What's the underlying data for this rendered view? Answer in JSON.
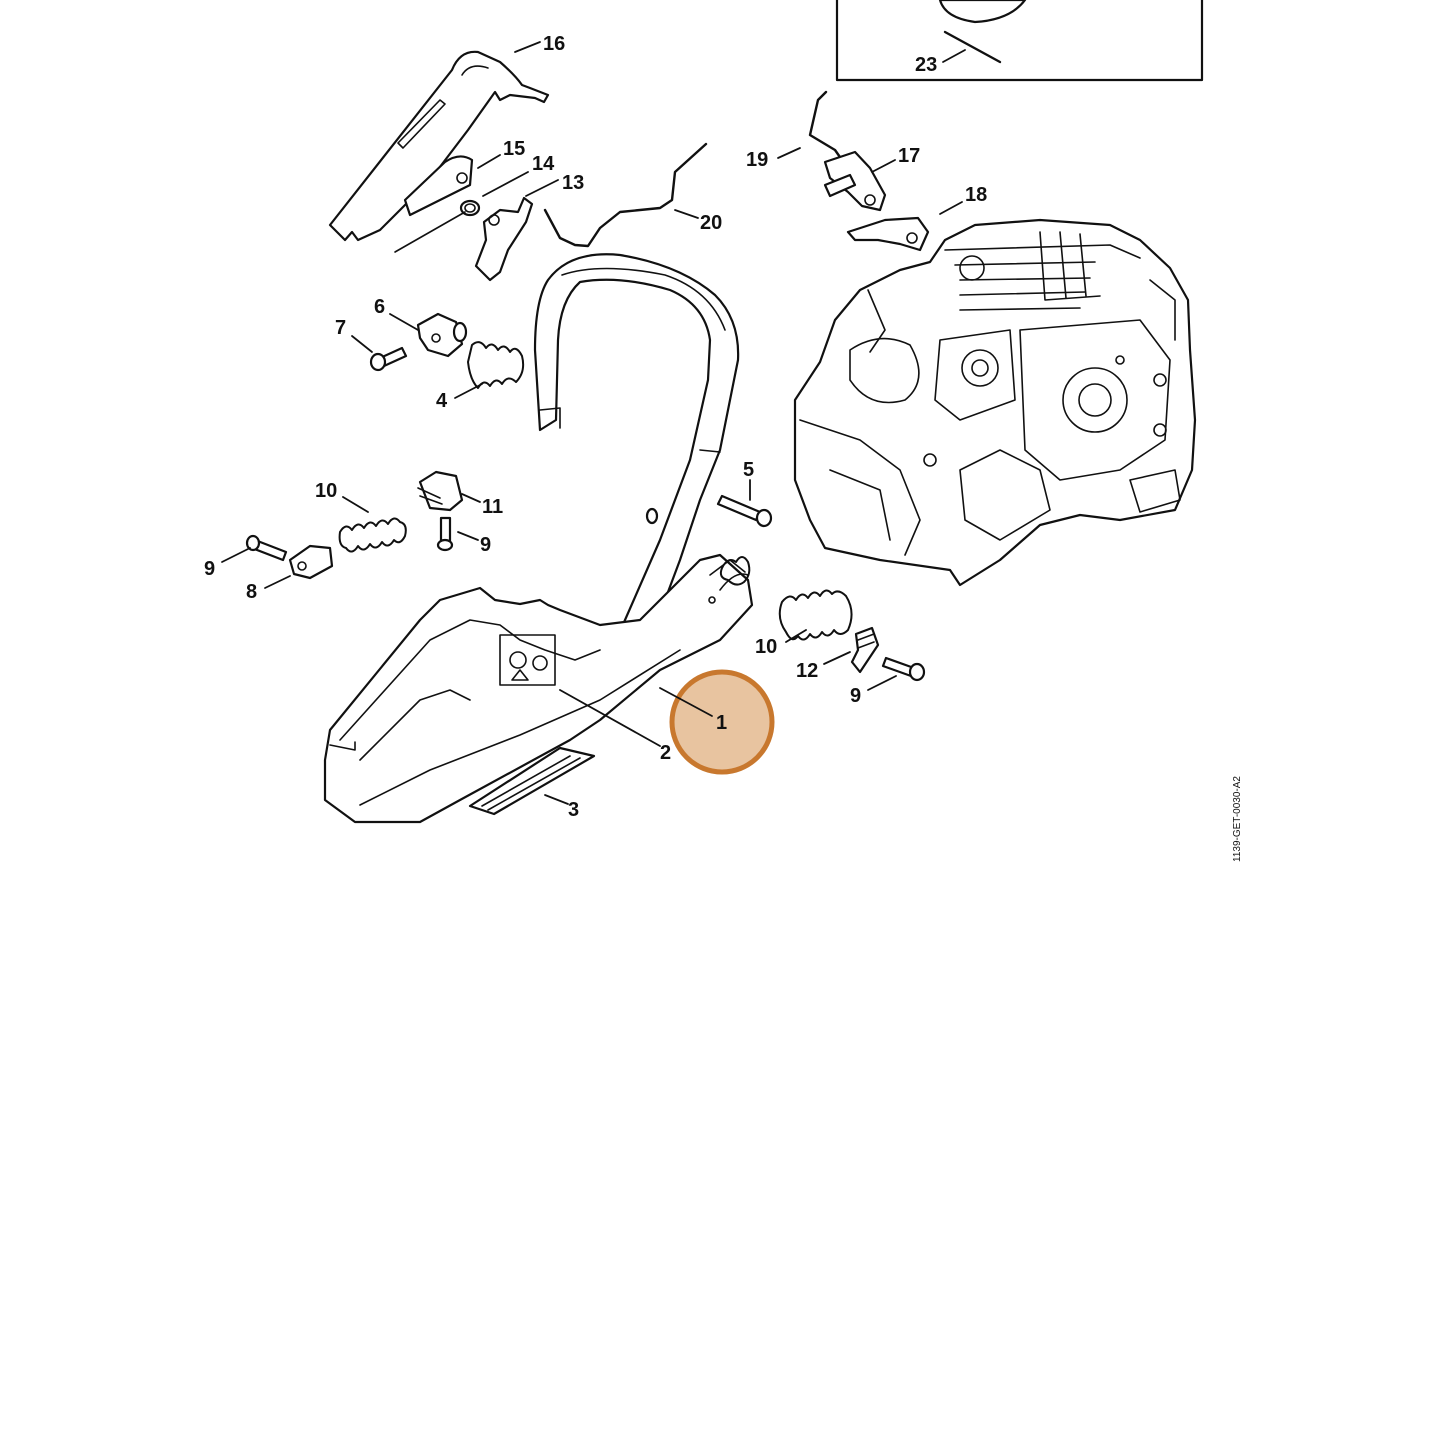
{
  "diagram": {
    "drawing_id": "1139-GET-0030-A2",
    "highlight_color": "#e8c4a0",
    "highlight_stroke": "#c8782e",
    "highlighted_part": "1",
    "callouts": {
      "c1": "1",
      "c2": "2",
      "c3": "3",
      "c4": "4",
      "c5": "5",
      "c6": "6",
      "c7": "7",
      "c8": "8",
      "c9a": "9",
      "c9b": "9",
      "c9c": "9",
      "c10a": "10",
      "c10b": "10",
      "c11": "11",
      "c12": "12",
      "c13": "13",
      "c14": "14",
      "c15": "15",
      "c16": "16",
      "c17": "17",
      "c18": "18",
      "c19": "19",
      "c20": "20",
      "c23": "23"
    }
  }
}
